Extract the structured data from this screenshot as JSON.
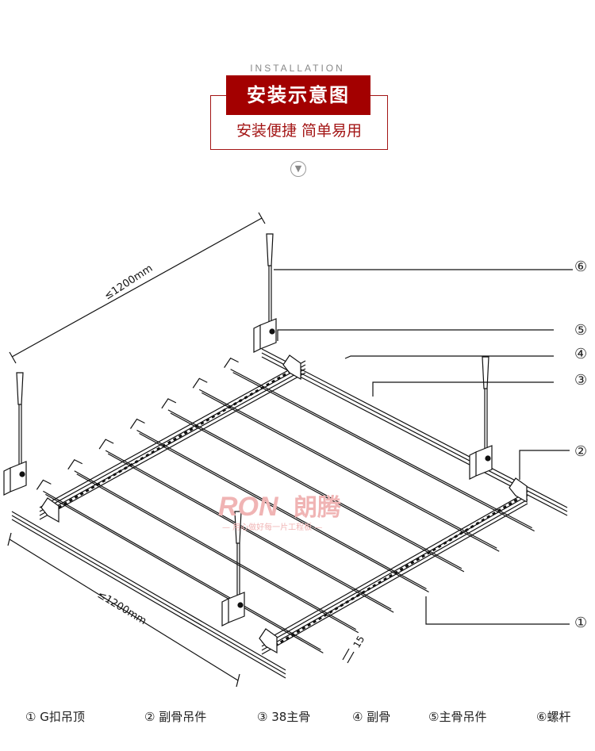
{
  "header": {
    "subtitle": "INSTALLATION",
    "title": "安装示意图",
    "tagline": "安装便捷 简单易用",
    "arrow_icon": "chevron-down-circle-icon"
  },
  "diagram": {
    "dimension_top": "≤1200mm",
    "dimension_bottom": "≤1200mm",
    "gap_label": "15",
    "callouts": [
      "①",
      "②",
      "③",
      "④",
      "⑤",
      "⑥"
    ],
    "watermark": {
      "brand": "RON 朗腾",
      "slogan": "—用心做好每一片工程板—"
    }
  },
  "legend": [
    "① G扣吊顶",
    "② 副骨吊件",
    "③ 38主骨",
    "④ 副骨",
    "⑤主骨吊件",
    "⑥螺杆"
  ],
  "colors": {
    "accent": "#a30000",
    "line": "#111111",
    "watermark": "#f0b4b4"
  }
}
